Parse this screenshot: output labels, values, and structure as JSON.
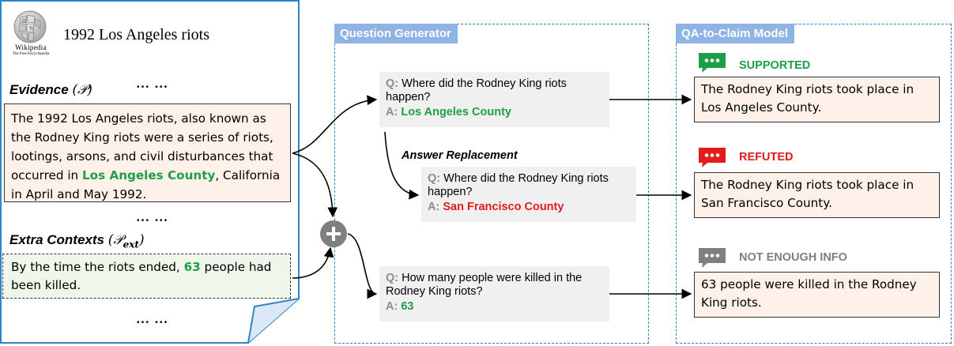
{
  "wikipedia": {
    "logo_word": "Wikipedia",
    "logo_tagline": "The Free Encyclopedia",
    "page_title": "1992 Los Angeles riots",
    "ellipsis": "… …",
    "evidence_heading": "Evidence",
    "evidence_symbol": "(𝒫)",
    "evidence_before": "The 1992 Los Angeles riots, also known as the Rodney King riots were a series of riots, lootings, arsons, and civil disturbances that occurred in ",
    "evidence_highlight": "Los Angeles County",
    "evidence_after": ", California in April and May 1992.",
    "extra_heading": "Extra Contexts",
    "extra_symbol_main": "(𝒫",
    "extra_symbol_sub": "ext",
    "extra_symbol_close": ")",
    "extra_before": "By the time the riots ended, ",
    "extra_highlight": "63",
    "extra_after": " people had been killed."
  },
  "question_generator": {
    "title": "Question Generator",
    "answer_replacement_label": "Answer Replacement",
    "qa1": {
      "q_label": "Q:",
      "question": "Where did the Rodney King riots happen?",
      "a_label": "A:",
      "answer": "Los Angeles County"
    },
    "qa2": {
      "q_label": "Q:",
      "question": "Where did the Rodney King riots happen?",
      "a_label": "A:",
      "answer": "San Francisco County"
    },
    "qa3": {
      "q_label": "Q:",
      "question": "How many people were killed in the Rodney King riots?",
      "a_label": "A:",
      "answer": "63"
    }
  },
  "claim_model": {
    "title": "QA-to-Claim Model",
    "claims": [
      {
        "verdict": "SUPPORTED",
        "color": "#1f9e4a",
        "text": "The Rodney King riots took place in Los Angeles County."
      },
      {
        "verdict": "REFUTED",
        "color": "#e21b1b",
        "text": "The Rodney King riots took place in San Francisco County."
      },
      {
        "verdict": "NOT ENOUGH INFO",
        "color": "#7f7f7f",
        "text": "63 people were killed in the Rodney King riots."
      }
    ]
  },
  "combine_icon": "plus-circle-icon",
  "colors": {
    "panel_border": "#2e86c8",
    "panel_title_bg": "#8eb4e3",
    "evidence_bg": "#fdf1e9",
    "extra_bg": "#eef7ea"
  }
}
